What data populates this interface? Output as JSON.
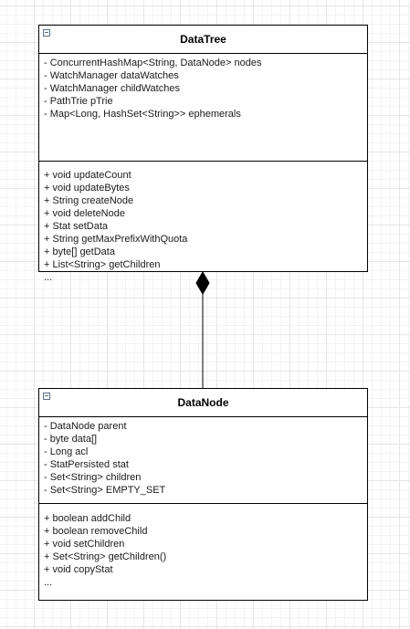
{
  "classes": [
    {
      "name": "DataTree",
      "attributes": [
        "- ConcurrentHashMap<String, DataNode> nodes",
        "- WatchManager dataWatches",
        "- WatchManager childWatches",
        "- PathTrie pTrie",
        "- Map<Long, HashSet<String>> ephemerals"
      ],
      "methods": [
        "+ void updateCount",
        "+ void updateBytes",
        "+ String createNode",
        "+ void deleteNode",
        "+ Stat setData",
        "+ String getMaxPrefixWithQuota",
        "+ byte[] getData",
        "+ List<String> getChildren",
        "..."
      ]
    },
    {
      "name": "DataNode",
      "attributes": [
        "- DataNode parent",
        "- byte data[]",
        "- Long acl",
        "- StatPersisted stat",
        "- Set<String> children",
        "- Set<String> EMPTY_SET"
      ],
      "methods": [
        "+ boolean addChild",
        "+ boolean removeChild",
        "+ void setChildren",
        "+ Set<String> getChildren()",
        "+ void copyStat",
        "..."
      ]
    }
  ],
  "relationship": {
    "type": "composition",
    "whole": "DataTree",
    "part": "DataNode"
  },
  "icons": {
    "collapse": "collapse-minus-icon",
    "composition": "filled-diamond-icon"
  },
  "colors": {
    "border": "#000000",
    "grid": "#e6e6e6",
    "icon": "#5a6f8a"
  }
}
